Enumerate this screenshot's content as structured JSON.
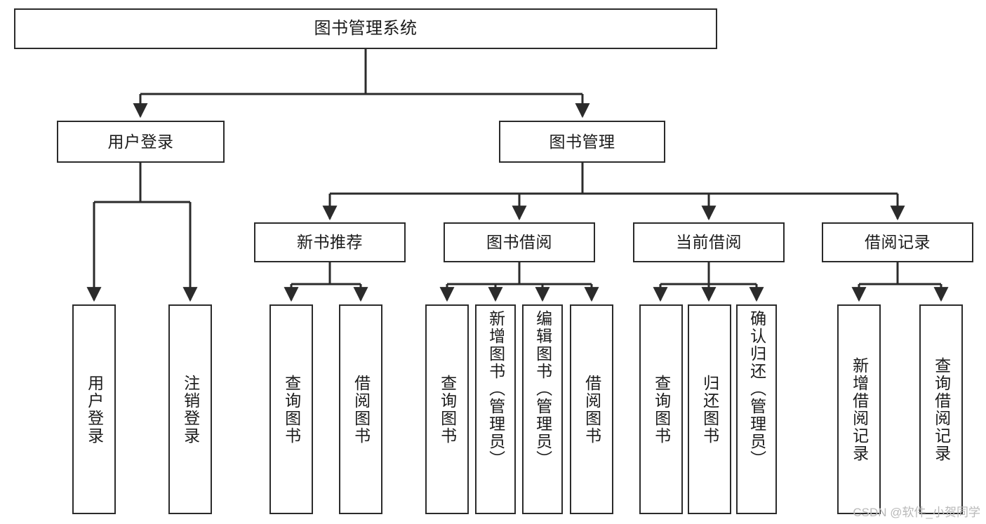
{
  "diagram": {
    "type": "tree-hierarchy",
    "title": "图书管理系统",
    "watermark": "CSDN @软件_小贺同学",
    "colors": {
      "stroke": "#2b2b2b",
      "fill": "#ffffff",
      "text": "#1b1b1b",
      "watermark": "#b9b9b9"
    },
    "nodes": {
      "root": {
        "label": "图书管理系统"
      },
      "level2": [
        {
          "id": "user-login",
          "label": "用户登录"
        },
        {
          "id": "book-manage",
          "label": "图书管理"
        }
      ],
      "level3": [
        {
          "id": "new-book-recommend",
          "label": "新书推荐"
        },
        {
          "id": "book-borrow",
          "label": "图书借阅"
        },
        {
          "id": "current-borrow",
          "label": "当前借阅"
        },
        {
          "id": "borrow-record",
          "label": "借阅记录"
        }
      ],
      "leaves": [
        {
          "id": "leaf-user-login",
          "label": "用户登录",
          "parent": "user-login"
        },
        {
          "id": "leaf-logout-login",
          "label": "注销登录",
          "parent": "user-login"
        },
        {
          "id": "leaf-query-book-1",
          "label": "查询图书",
          "parent": "new-book-recommend"
        },
        {
          "id": "leaf-borrow-book-1",
          "label": "借阅图书",
          "parent": "new-book-recommend"
        },
        {
          "id": "leaf-query-book-2",
          "label": "查询图书",
          "parent": "book-borrow"
        },
        {
          "id": "leaf-add-book",
          "label": "新增图书（管理员）",
          "parent": "book-borrow"
        },
        {
          "id": "leaf-edit-book",
          "label": "编辑图书（管理员）",
          "parent": "book-borrow"
        },
        {
          "id": "leaf-borrow-book-2",
          "label": "借阅图书",
          "parent": "book-borrow"
        },
        {
          "id": "leaf-query-book-3",
          "label": "查询图书",
          "parent": "current-borrow"
        },
        {
          "id": "leaf-return-book",
          "label": "归还图书",
          "parent": "current-borrow"
        },
        {
          "id": "leaf-confirm-return",
          "label": "确认归还（管理员）",
          "parent": "current-borrow"
        },
        {
          "id": "leaf-add-record",
          "label": "新增借阅记录",
          "parent": "borrow-record"
        },
        {
          "id": "leaf-query-record",
          "label": "查询借阅记录",
          "parent": "borrow-record"
        }
      ]
    }
  }
}
